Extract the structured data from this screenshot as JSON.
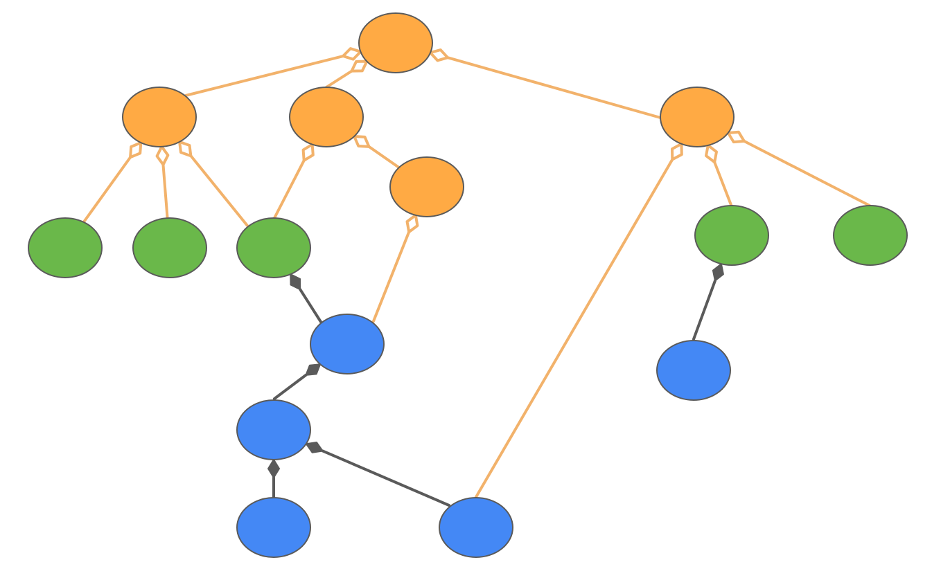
{
  "colors": {
    "orange_node": "#ffaa44",
    "green_node": "#6ab84a",
    "blue_node": "#4488f5",
    "node_stroke": "#5a5a5a",
    "aggregation_edge": "#f2b26b",
    "composition_edge": "#5a5a5a"
  },
  "nodes": [
    {
      "id": "o1",
      "color": "orange"
    },
    {
      "id": "o2",
      "color": "orange"
    },
    {
      "id": "o3",
      "color": "orange"
    },
    {
      "id": "o4",
      "color": "orange"
    },
    {
      "id": "o5",
      "color": "orange"
    },
    {
      "id": "g1",
      "color": "green"
    },
    {
      "id": "g2",
      "color": "green"
    },
    {
      "id": "g3",
      "color": "green"
    },
    {
      "id": "g4",
      "color": "green"
    },
    {
      "id": "g5",
      "color": "green"
    },
    {
      "id": "b1",
      "color": "blue"
    },
    {
      "id": "b2",
      "color": "blue"
    },
    {
      "id": "b3",
      "color": "blue"
    },
    {
      "id": "b4",
      "color": "blue"
    },
    {
      "id": "b5",
      "color": "blue"
    }
  ],
  "edges": [
    {
      "from": "o2",
      "to": "o1",
      "kind": "aggregation"
    },
    {
      "from": "o3",
      "to": "o1",
      "kind": "aggregation"
    },
    {
      "from": "o4",
      "to": "o1",
      "kind": "aggregation"
    },
    {
      "from": "g1",
      "to": "o2",
      "kind": "aggregation"
    },
    {
      "from": "g2",
      "to": "o2",
      "kind": "aggregation"
    },
    {
      "from": "g3",
      "to": "o2",
      "kind": "aggregation"
    },
    {
      "from": "g3",
      "to": "o3",
      "kind": "aggregation"
    },
    {
      "from": "o5",
      "to": "o3",
      "kind": "aggregation"
    },
    {
      "from": "b1",
      "to": "o5",
      "kind": "aggregation"
    },
    {
      "from": "g4",
      "to": "o4",
      "kind": "aggregation"
    },
    {
      "from": "g5",
      "to": "o4",
      "kind": "aggregation"
    },
    {
      "from": "b5",
      "to": "o4",
      "kind": "aggregation"
    },
    {
      "from": "b1",
      "to": "g3",
      "kind": "composition"
    },
    {
      "from": "b2",
      "to": "b1",
      "kind": "composition"
    },
    {
      "from": "b4",
      "to": "b2",
      "kind": "composition"
    },
    {
      "from": "b5",
      "to": "b2",
      "kind": "composition"
    },
    {
      "from": "b3",
      "to": "g4",
      "kind": "composition"
    }
  ]
}
